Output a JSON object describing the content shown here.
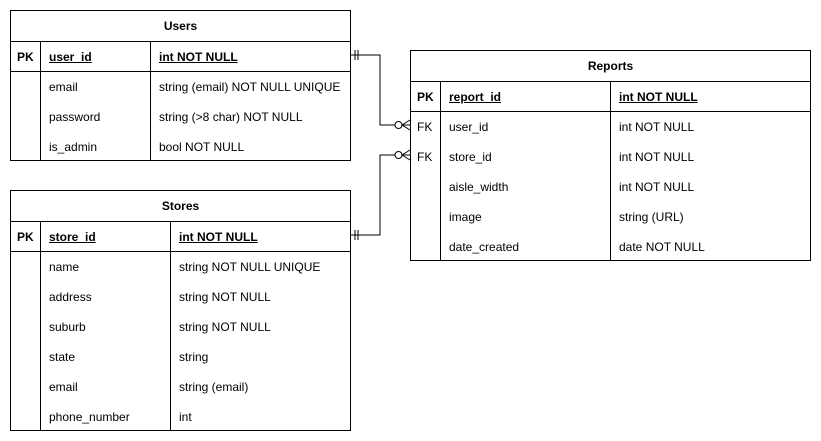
{
  "tables": {
    "users": {
      "title": "Users",
      "pk": {
        "key": "PK",
        "name": "user_id",
        "type": "int NOT NULL"
      },
      "rows": [
        {
          "key": "",
          "name": "email",
          "type": "string (email) NOT NULL UNIQUE"
        },
        {
          "key": "",
          "name": "password",
          "type": "string (>8 char) NOT NULL"
        },
        {
          "key": "",
          "name": "is_admin",
          "type": "bool NOT NULL"
        }
      ]
    },
    "stores": {
      "title": "Stores",
      "pk": {
        "key": "PK",
        "name": "store_id",
        "type": "int NOT NULL"
      },
      "rows": [
        {
          "key": "",
          "name": "name",
          "type": "string NOT NULL UNIQUE"
        },
        {
          "key": "",
          "name": "address",
          "type": "string NOT NULL"
        },
        {
          "key": "",
          "name": "suburb",
          "type": "string NOT NULL"
        },
        {
          "key": "",
          "name": "state",
          "type": "string"
        },
        {
          "key": "",
          "name": "email",
          "type": "string (email)"
        },
        {
          "key": "",
          "name": "phone_number",
          "type": "int"
        }
      ]
    },
    "reports": {
      "title": "Reports",
      "pk": {
        "key": "PK",
        "name": "report_id",
        "type": "int NOT NULL"
      },
      "rows": [
        {
          "key": "FK",
          "name": "user_id",
          "type": " int NOT NULL"
        },
        {
          "key": "FK",
          "name": "store_id",
          "type": "int NOT NULL"
        },
        {
          "key": "",
          "name": "aisle_width",
          "type": "int NOT NULL"
        },
        {
          "key": "",
          "name": "image",
          "type": "string (URL)"
        },
        {
          "key": "",
          "name": "date_created",
          "type": "date NOT NULL"
        }
      ]
    }
  },
  "relationships": [
    {
      "from": "users.user_id",
      "to": "reports.user_id",
      "from_card": "one-mandatory",
      "to_card": "zero-or-many"
    },
    {
      "from": "stores.store_id",
      "to": "reports.store_id",
      "from_card": "one-mandatory",
      "to_card": "zero-or-many"
    }
  ]
}
